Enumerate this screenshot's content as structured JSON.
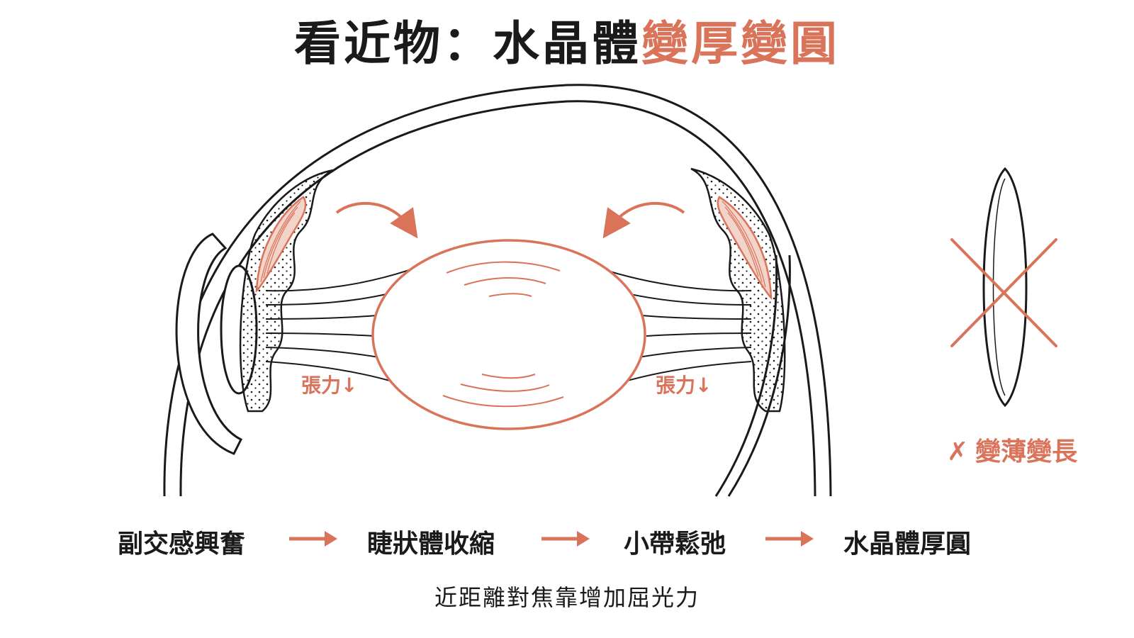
{
  "title": {
    "main": "看近物：水晶體",
    "accent": "變厚變圓"
  },
  "labels": {
    "tension_left": "張力↓",
    "tension_right": "張力↓",
    "thin_mark": "✗",
    "thin_text": "變薄變長"
  },
  "flow": {
    "steps": [
      "副交感興奮",
      "睫狀體收縮",
      "小帶鬆弛",
      "水晶體厚圓"
    ]
  },
  "conclusion": "近距離對焦靠增加屈光力",
  "colors": {
    "accent": "#d9735a",
    "ink": "#1a1a1a"
  }
}
